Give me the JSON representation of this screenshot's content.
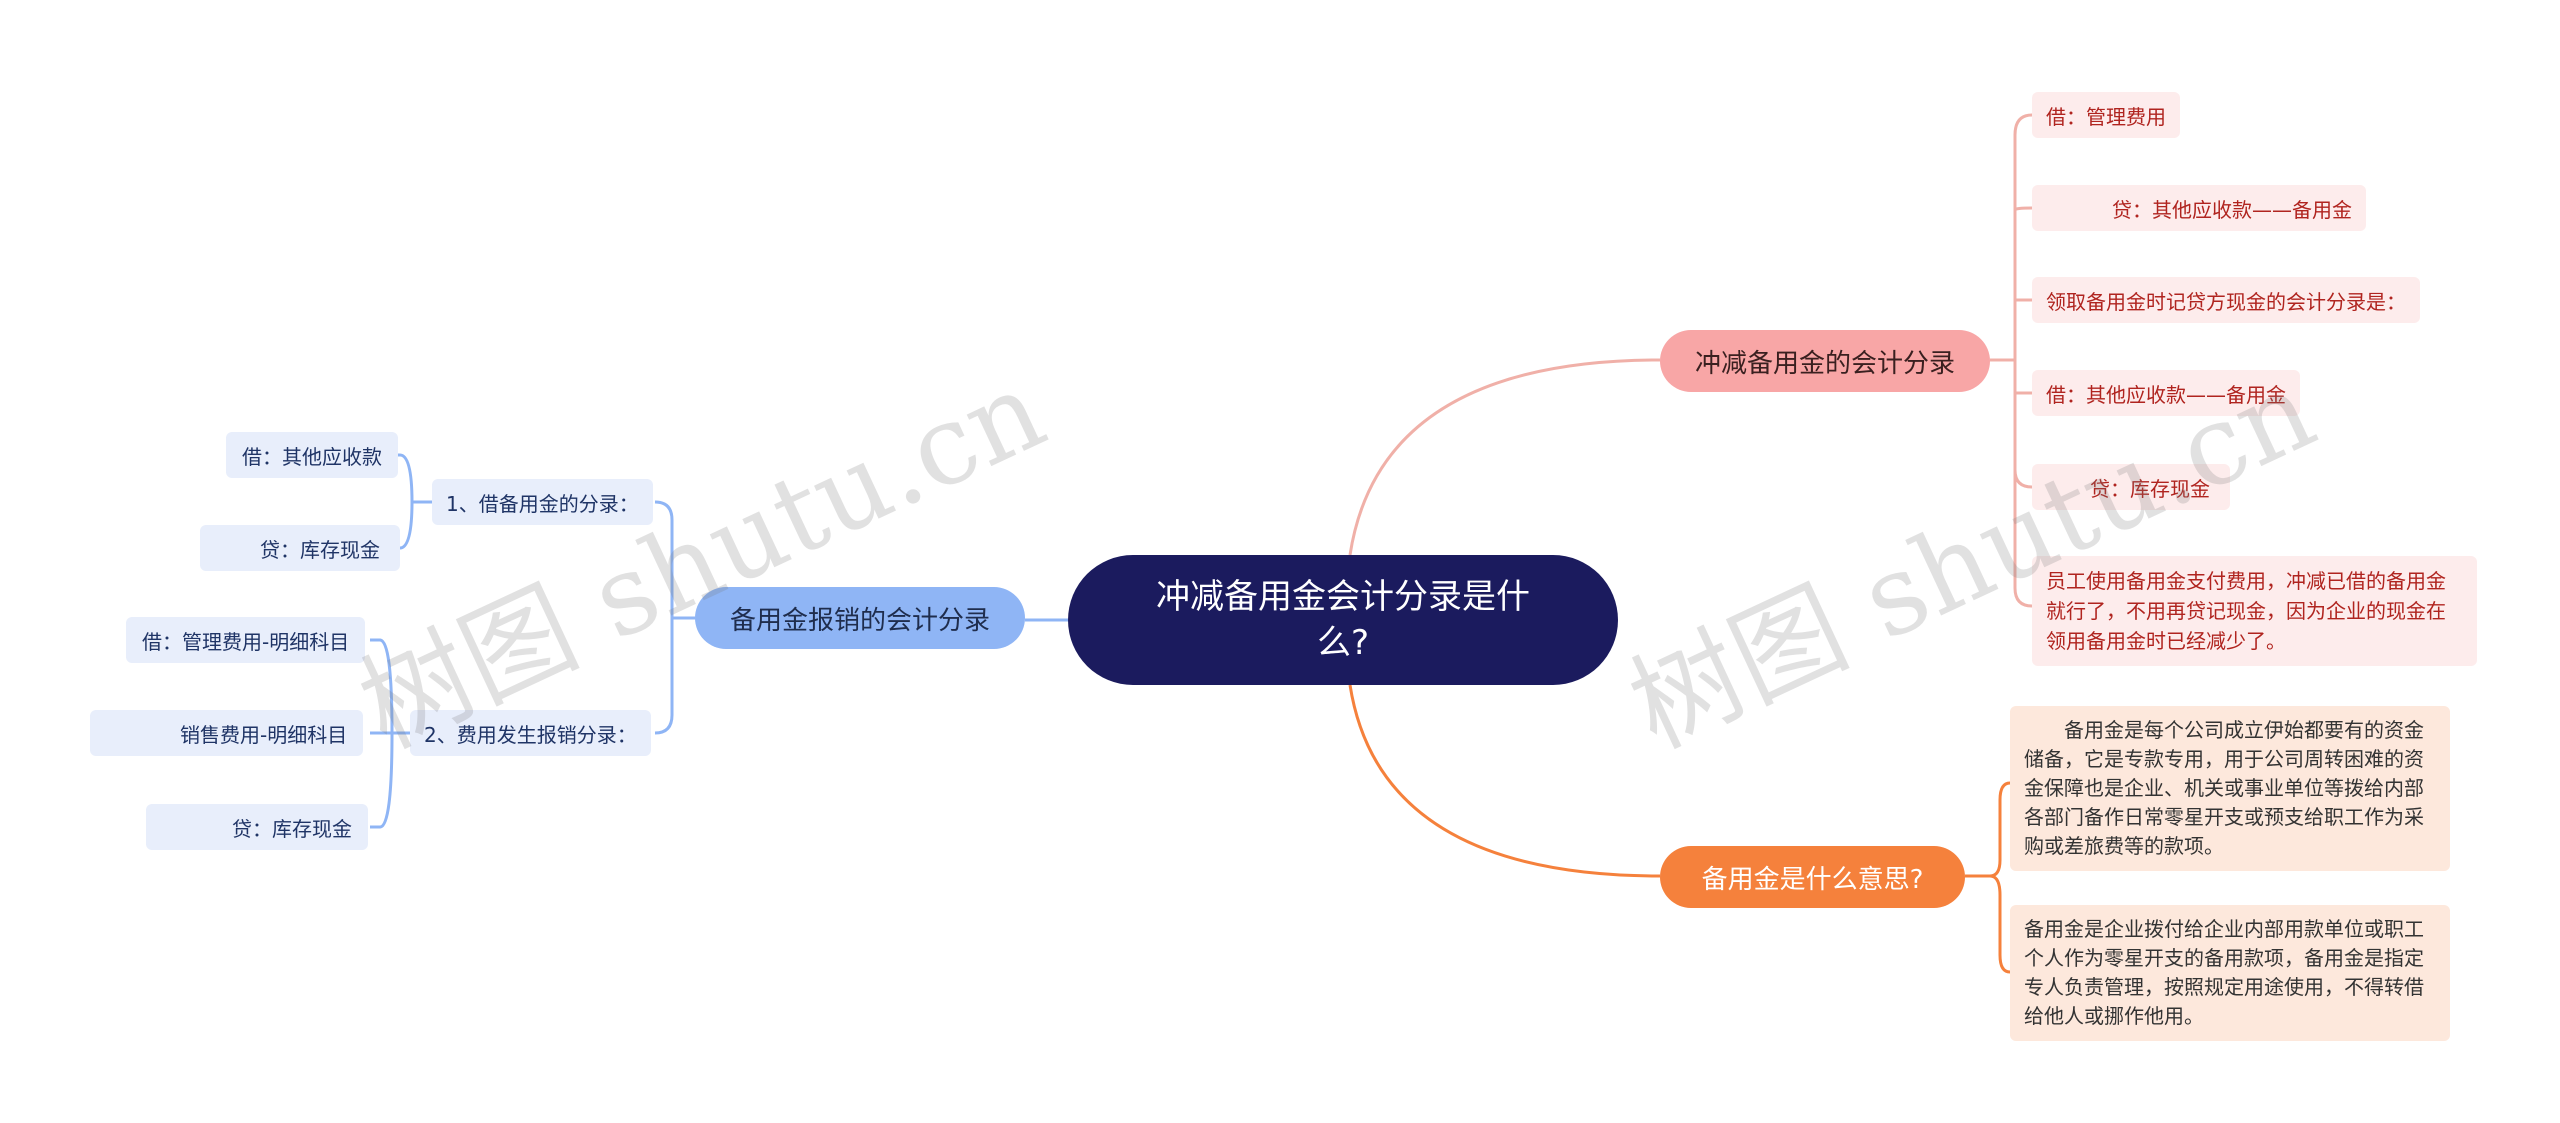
{
  "root": {
    "title": "冲减备用金会计分录是什么?"
  },
  "left": {
    "topic": "备用金报销的会计分录",
    "groups": [
      {
        "label": "1、借备用金的分录：",
        "items": [
          "借：其他应收款",
          "贷：库存现金"
        ]
      },
      {
        "label": "2、费用发生报销分录：",
        "items": [
          "借：管理费用-明细科目",
          "销售费用-明细科目",
          "贷：库存现金"
        ]
      }
    ]
  },
  "right_top": {
    "topic": "冲减备用金的会计分录",
    "items": [
      "借：管理费用",
      "贷：其他应收款——备用金",
      "领取备用金时记贷方现金的会计分录是：",
      "借：其他应收款——备用金",
      "贷：库存现金",
      "员工使用备用金支付费用，冲减已借的备用金就行了，不用再贷记现金，因为企业的现金在领用备用金时已经减少了。"
    ]
  },
  "right_bottom": {
    "topic": "备用金是什么意思?",
    "items": [
      "备用金是每个公司成立伊始都要有的资金储备，它是专款专用，用于公司周转困难的资金保障也是企业、机关或事业单位等拨给内部各部门备作日常零星开支或预支给职工作为采购或差旅费等的款项。",
      "备用金是企业拨付给企业内部用款单位或职工个人作为零星开支的备用款项，备用金是指定专人负责管理，按照规定用途使用，不得转借给他人或挪作他用。"
    ]
  },
  "watermark": {
    "text": "树图 shutu.cn"
  },
  "colors": {
    "root": "#1b1b5e",
    "blue": "#8fb5f5",
    "pink": "#f8a6a6",
    "orange": "#f5813c"
  }
}
